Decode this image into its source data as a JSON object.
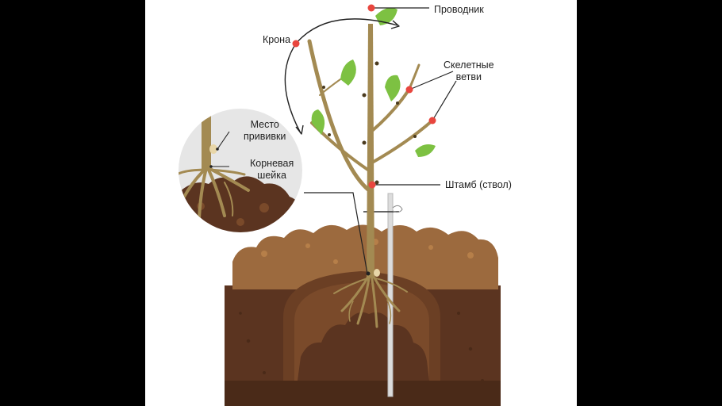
{
  "labels": {
    "conductor": "Проводник",
    "crown": "Крона",
    "skeletal_branches": [
      "Скелетные",
      "ветви"
    ],
    "trunk": "Штамб (ствол)",
    "graft_site": [
      "Место",
      "прививки"
    ],
    "root_collar": [
      "Корневая",
      "шейка"
    ]
  },
  "colors": {
    "background": "#000000",
    "panel": "#ffffff",
    "soil_dark": "#5b3420",
    "soil_mid": "#7a4a2a",
    "soil_light": "#9c6a3e",
    "trunk": "#a38a52",
    "leaf": "#7dc142",
    "marker": "#e8463e",
    "stake": "#dcdcdc"
  }
}
